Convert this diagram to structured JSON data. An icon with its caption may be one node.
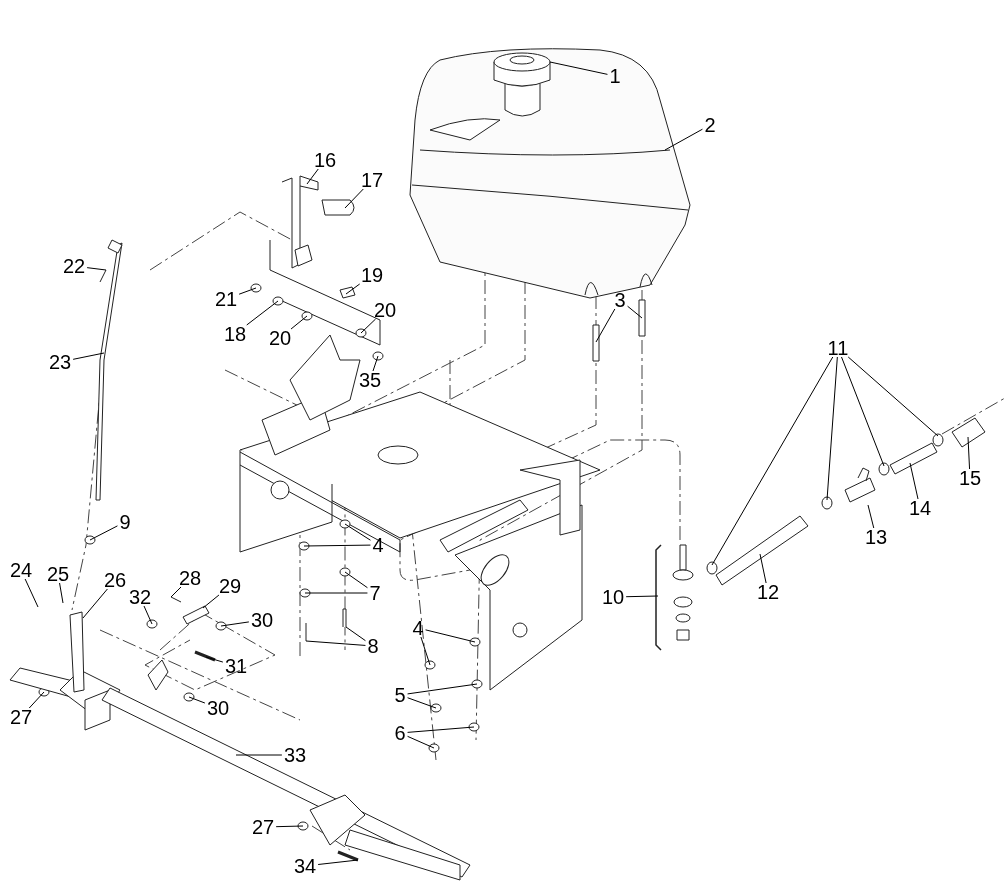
{
  "diagram": {
    "nodes": [
      {
        "text": [
          "1"
        ]
      },
      {
        "text": [
          "2"
        ]
      },
      {
        "text": [
          "3"
        ]
      },
      {
        "text": [
          "4"
        ]
      },
      {
        "text": [
          "4"
        ]
      },
      {
        "text": [
          "5"
        ]
      },
      {
        "text": [
          "6"
        ]
      },
      {
        "text": [
          "7"
        ]
      },
      {
        "text": [
          "8"
        ]
      },
      {
        "text": [
          "9"
        ]
      },
      {
        "text": [
          "10"
        ]
      },
      {
        "text": [
          "11"
        ]
      },
      {
        "text": [
          "12"
        ]
      },
      {
        "text": [
          "13"
        ]
      },
      {
        "text": [
          "14"
        ]
      },
      {
        "text": [
          "15"
        ]
      },
      {
        "text": [
          "16"
        ]
      },
      {
        "text": [
          "17"
        ]
      },
      {
        "text": [
          "18"
        ]
      },
      {
        "text": [
          "19"
        ]
      },
      {
        "text": [
          "20"
        ]
      },
      {
        "text": [
          "20"
        ]
      },
      {
        "text": [
          "21"
        ]
      },
      {
        "text": [
          "22"
        ]
      },
      {
        "text": [
          "23"
        ]
      },
      {
        "text": [
          "24"
        ]
      },
      {
        "text": [
          "25"
        ]
      },
      {
        "text": [
          "26"
        ]
      },
      {
        "text": [
          "27"
        ]
      },
      {
        "text": [
          "27"
        ]
      },
      {
        "text": [
          "28"
        ]
      },
      {
        "text": [
          "29"
        ]
      },
      {
        "text": [
          "30"
        ]
      },
      {
        "text": [
          "30"
        ]
      },
      {
        "text": [
          "31"
        ]
      },
      {
        "text": [
          "32"
        ]
      },
      {
        "text": [
          "33"
        ]
      },
      {
        "text": [
          "34"
        ]
      },
      {
        "text": [
          "35"
        ]
      }
    ],
    "edges": [
      {
        "from": 0,
        "to": null,
        "arrow": "none"
      },
      {
        "from": 1,
        "to": null,
        "arrow": "none"
      },
      {
        "from": 2,
        "to": null,
        "arrow": "none"
      },
      {
        "from": 2,
        "to": null,
        "arrow": "none"
      },
      {
        "from": 3,
        "to": null,
        "arrow": "none"
      },
      {
        "from": 3,
        "to": null,
        "arrow": "none"
      },
      {
        "from": 4,
        "to": null,
        "arrow": "none"
      },
      {
        "from": 4,
        "to": null,
        "arrow": "none"
      },
      {
        "from": 5,
        "to": null,
        "arrow": "none"
      },
      {
        "from": 5,
        "to": null,
        "arrow": "none"
      },
      {
        "from": 6,
        "to": null,
        "arrow": "none"
      },
      {
        "from": 6,
        "to": null,
        "arrow": "none"
      },
      {
        "from": 7,
        "to": null,
        "arrow": "none"
      },
      {
        "from": 7,
        "to": null,
        "arrow": "none"
      },
      {
        "from": 8,
        "to": null,
        "arrow": "none"
      },
      {
        "from": 8,
        "to": null,
        "arrow": "none"
      },
      {
        "from": 9,
        "to": null,
        "arrow": "none"
      },
      {
        "from": 10,
        "to": null,
        "arrow": "none"
      },
      {
        "from": 11,
        "to": null,
        "arrow": "none"
      },
      {
        "from": 11,
        "to": null,
        "arrow": "none"
      },
      {
        "from": 11,
        "to": null,
        "arrow": "none"
      },
      {
        "from": 11,
        "to": null,
        "arrow": "none"
      },
      {
        "from": 12,
        "to": null,
        "arrow": "none"
      },
      {
        "from": 13,
        "to": null,
        "arrow": "none"
      },
      {
        "from": 14,
        "to": null,
        "arrow": "none"
      },
      {
        "from": 15,
        "to": null,
        "arrow": "none"
      },
      {
        "from": 16,
        "to": null,
        "arrow": "none"
      },
      {
        "from": 17,
        "to": null,
        "arrow": "none"
      },
      {
        "from": 18,
        "to": null,
        "arrow": "none"
      },
      {
        "from": 19,
        "to": null,
        "arrow": "none"
      },
      {
        "from": 20,
        "to": null,
        "arrow": "none"
      },
      {
        "from": 21,
        "to": null,
        "arrow": "none"
      },
      {
        "from": 22,
        "to": null,
        "arrow": "none"
      },
      {
        "from": 23,
        "to": null,
        "arrow": "none"
      },
      {
        "from": 24,
        "to": null,
        "arrow": "none"
      },
      {
        "from": 25,
        "to": null,
        "arrow": "none"
      },
      {
        "from": 26,
        "to": null,
        "arrow": "none"
      },
      {
        "from": 27,
        "to": null,
        "arrow": "none"
      },
      {
        "from": 28,
        "to": null,
        "arrow": "none"
      },
      {
        "from": 29,
        "to": null,
        "arrow": "none"
      },
      {
        "from": 30,
        "to": null,
        "arrow": "none"
      },
      {
        "from": 31,
        "to": null,
        "arrow": "none"
      },
      {
        "from": 32,
        "to": null,
        "arrow": "none"
      },
      {
        "from": 33,
        "to": null,
        "arrow": "none"
      },
      {
        "from": 34,
        "to": null,
        "arrow": "none"
      },
      {
        "from": 35,
        "to": null,
        "arrow": "none"
      },
      {
        "from": 36,
        "to": null,
        "arrow": "none"
      },
      {
        "from": 37,
        "to": null,
        "arrow": "none"
      },
      {
        "from": 38,
        "to": null,
        "arrow": "none"
      }
    ]
  }
}
